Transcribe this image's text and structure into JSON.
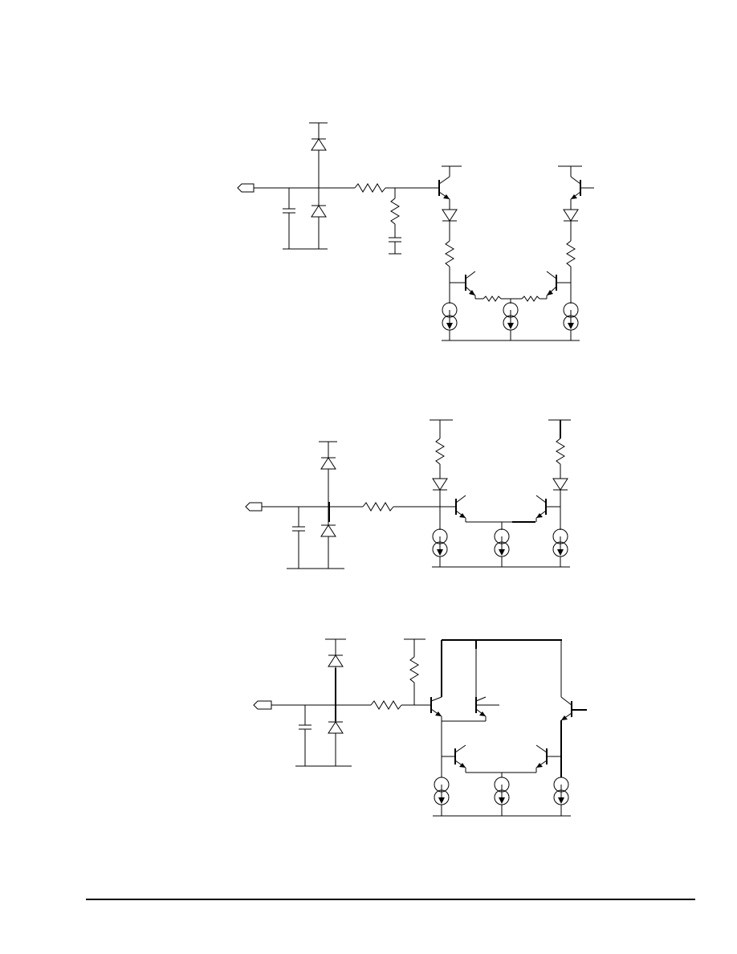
{
  "document": {
    "kind": "equivalent-circuit schematics page",
    "diagrams": [
      {
        "id": "circuit-1",
        "components": [
          "input-terminal",
          "clamp-diodes",
          "filter-capacitor",
          "series-resistor",
          "shunt-resistor",
          "shunt-capacitor",
          "emitter-follower-transistors",
          "level-shift-diodes",
          "emitter-resistors",
          "differential-pair",
          "current-sources"
        ]
      },
      {
        "id": "circuit-2",
        "components": [
          "input-terminal",
          "clamp-diodes",
          "filter-capacitor",
          "series-resistor",
          "pullup-resistors",
          "level-shift-diodes",
          "differential-pair",
          "current-sources"
        ]
      },
      {
        "id": "circuit-3",
        "components": [
          "input-terminal",
          "clamp-diodes",
          "filter-capacitor",
          "series-resistor",
          "pullup-resistor",
          "emitter-followers",
          "differential-pair",
          "current-sources"
        ]
      }
    ],
    "colors": {
      "ink": "#000000",
      "paper": "#ffffff"
    },
    "icons": [
      "input-terminal-icon",
      "diode-icon",
      "resistor-icon",
      "capacitor-icon",
      "npn-transistor-icon",
      "pnp-transistor-icon",
      "current-source-icon"
    ]
  }
}
